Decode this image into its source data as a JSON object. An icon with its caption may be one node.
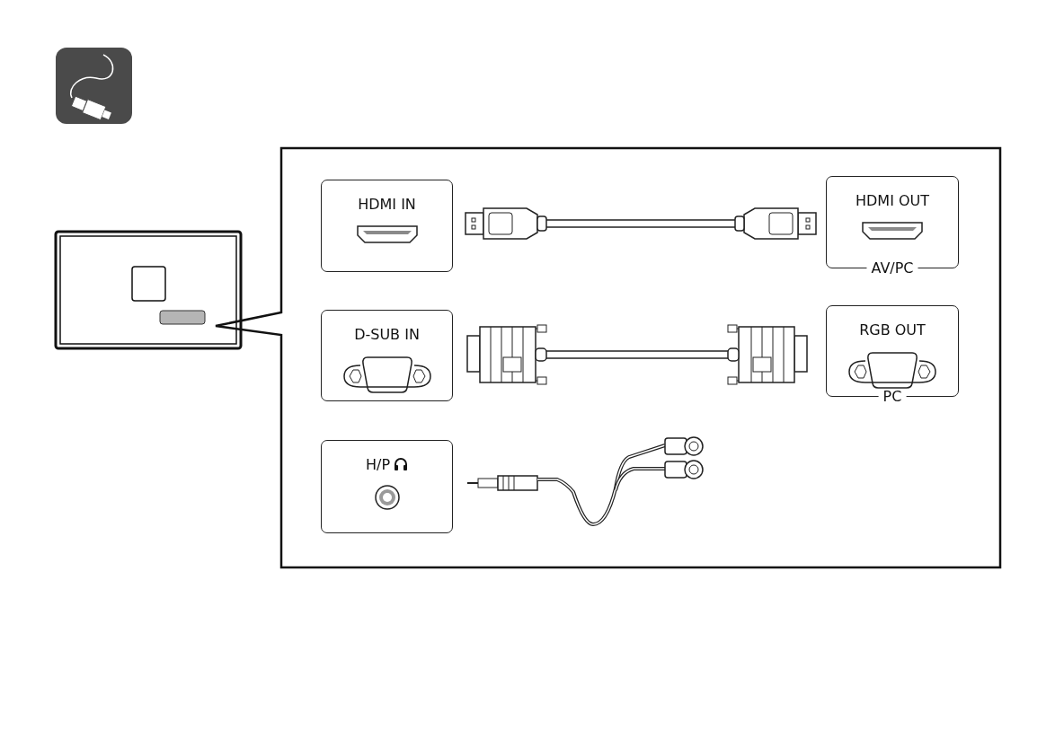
{
  "diagram": {
    "nodes": [
      {
        "text": [
          "HDMI IN"
        ]
      },
      {
        "text": [
          "HDMI OUT",
          "AV/PC"
        ]
      },
      {
        "text": [
          "D-SUB IN"
        ]
      },
      {
        "text": [
          "RGB OUT",
          "PC"
        ]
      },
      {
        "text": [
          "H/P"
        ]
      }
    ],
    "edges": []
  }
}
